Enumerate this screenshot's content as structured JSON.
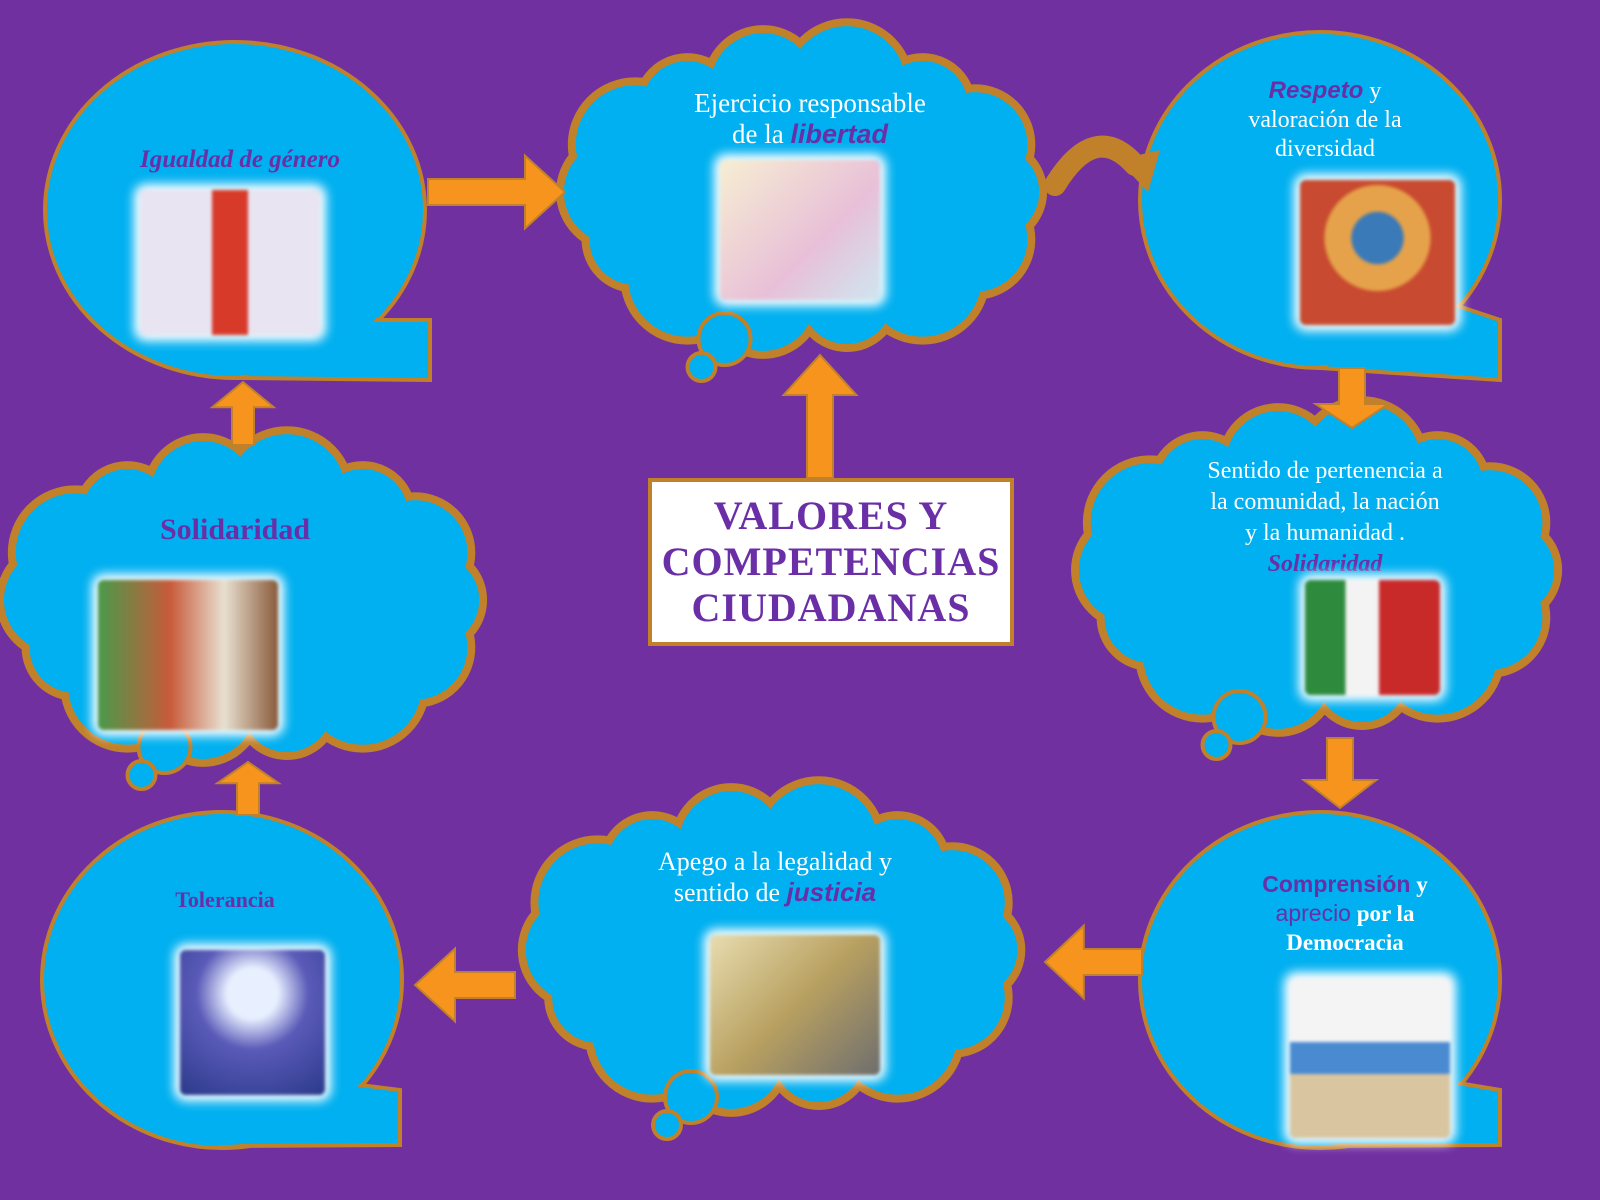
{
  "title": [
    "VALORES  Y",
    "COMPETENCIAS",
    "CIUDADANAS"
  ],
  "nodes": {
    "igualdad": {
      "label": "Igualdad de género",
      "image": "gender-equality-pencil-image"
    },
    "libertad": {
      "line1": "Ejercicio responsable",
      "line2_prefix": "de la ",
      "emphasis": "libertad",
      "image": "dove-hands-image"
    },
    "respeto": {
      "emphasis": "Respeto",
      "line1_suffix": " y",
      "line2": "valoración de la",
      "line3": "diversidad",
      "image": "children-globe-image"
    },
    "sentido": {
      "line1": "Sentido de pertenencia a",
      "line2": "la comunidad, la nación",
      "line3": "y la humanidad .",
      "emphasis": "Solidaridad",
      "image": "mexico-flag-image"
    },
    "comprension": {
      "emphasis1": "Comprensión",
      "y": " y",
      "emphasis2": "aprecio",
      "line2_suffix": " por la",
      "line3": "Democracia",
      "image": "ballot-box-image"
    },
    "apego": {
      "line1": "Apego a la legalidad y",
      "line2_prefix": "sentido de ",
      "emphasis": "justicia",
      "image": "justice-scales-image"
    },
    "tolerancia": {
      "label": "Tolerancia",
      "image": "handshake-image"
    },
    "solidaridad": {
      "label": "Solidaridad",
      "image": "people-group-image"
    }
  },
  "colors": {
    "background": "#7030a0",
    "bubble": "#00b0f0",
    "outline": "#c0812a",
    "arrow": "#f7941d",
    "accent_text": "#6a2fa6"
  }
}
